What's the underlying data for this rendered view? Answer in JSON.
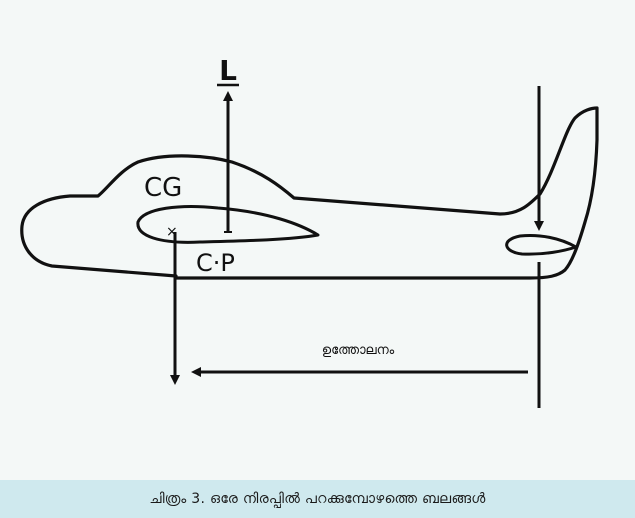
{
  "diagram": {
    "lift_label": "L",
    "cg_label": "CG",
    "cp_label": "C·P",
    "moment_label": "ഉത്തോലനം"
  },
  "caption": {
    "text": "ചിത്രം 3. ഒരേ നിരപ്പിൽ പറക്കുമ്പോഴത്തെ ബലങ്ങൾ"
  },
  "colors": {
    "ink": "#111111",
    "paper": "#f4f8f7",
    "caption_bar": "#cfe9ee"
  }
}
